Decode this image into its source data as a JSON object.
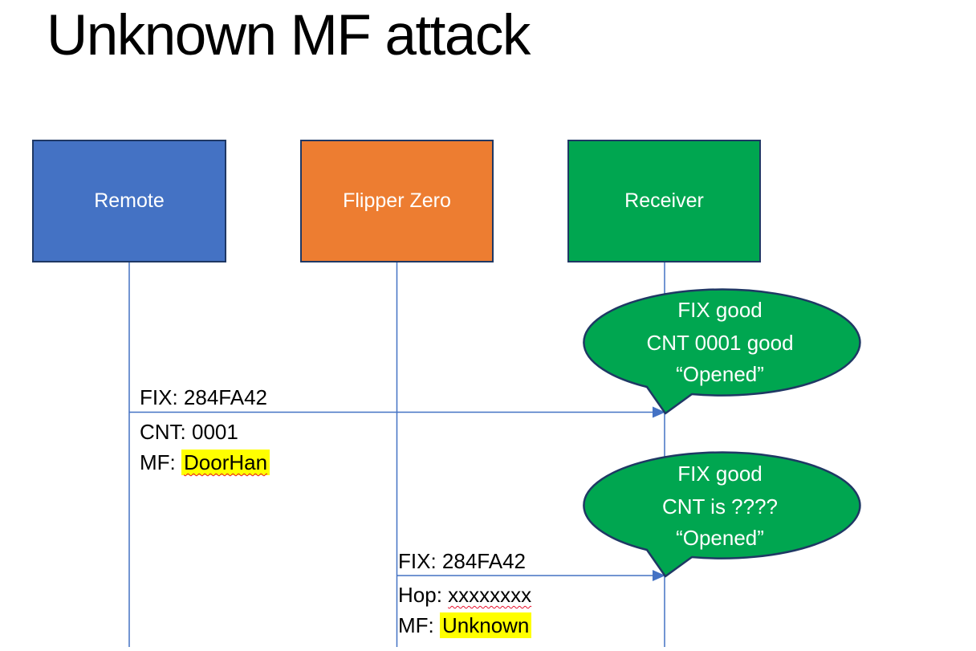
{
  "title": "Unknown MF attack",
  "actors": [
    {
      "label": "Remote",
      "fill": "#4472C4"
    },
    {
      "label": "Flipper Zero",
      "fill": "#ED7D31"
    },
    {
      "label": "Receiver",
      "fill": "#00A650"
    }
  ],
  "messages": [
    {
      "from": "Remote",
      "to": "Receiver",
      "above": "FIX: 284FA42",
      "line2": "CNT: 0001",
      "line3_prefix": "MF: ",
      "line3_value": "DoorHan"
    },
    {
      "from": "Flipper Zero",
      "to": "Receiver",
      "above": "FIX: 284FA42",
      "line2_prefix": "Hop: ",
      "line2_value": "xxxxxxxx",
      "line3_prefix": "MF: ",
      "line3_value": "Unknown"
    }
  ],
  "callouts": [
    {
      "lines": [
        "FIX good",
        "CNT 0001 good",
        "“Opened”"
      ]
    },
    {
      "lines": [
        "FIX good",
        "CNT is ????",
        "“Opened”"
      ]
    }
  ],
  "colors": {
    "remote_fill": "#4472C4",
    "flipper_fill": "#ED7D31",
    "receiver_fill": "#00A650",
    "callout_fill": "#00A650",
    "shape_outline": "#1F3864",
    "connector_blue": "#4472C4",
    "highlight_yellow": "#FFFF00",
    "spellcheck_red": "#E8112D",
    "text_black": "#000000",
    "text_white": "#FFFFFF"
  }
}
